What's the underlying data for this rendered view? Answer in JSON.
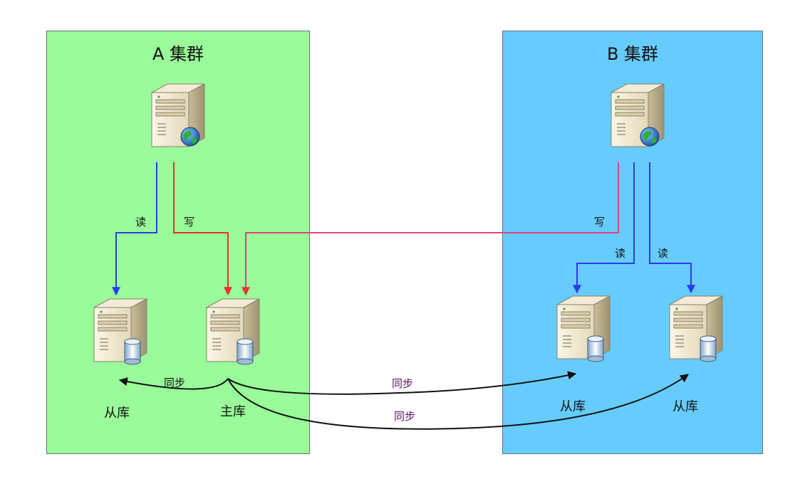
{
  "colors": {
    "cluster_a_bg": "#99fb99",
    "cluster_b_bg": "#66ccff",
    "read_arrow": "#2a3bf0",
    "write_arrow": "#ef2f2f",
    "cross_write_arrow": "#e8407a",
    "sync_arrow": "#111111"
  },
  "clusters": {
    "a": {
      "title": "A 集群"
    },
    "b": {
      "title": "B 集群"
    }
  },
  "nodes": {
    "a_web_server": {
      "icon": "web-server-icon"
    },
    "b_web_server": {
      "icon": "web-server-icon"
    },
    "a_slave": {
      "icon": "database-server-icon",
      "label": "从库"
    },
    "a_master": {
      "icon": "database-server-icon",
      "label": "主库"
    },
    "b_slave_1": {
      "icon": "database-server-icon",
      "label": "从库"
    },
    "b_slave_2": {
      "icon": "database-server-icon",
      "label": "从库"
    }
  },
  "edges": {
    "a_read": "读",
    "a_write": "写",
    "b_write": "写",
    "b_read_1": "读",
    "b_read_2": "读",
    "sync_local": "同步",
    "sync_remote_1": "同步",
    "sync_remote_2": "同步"
  }
}
